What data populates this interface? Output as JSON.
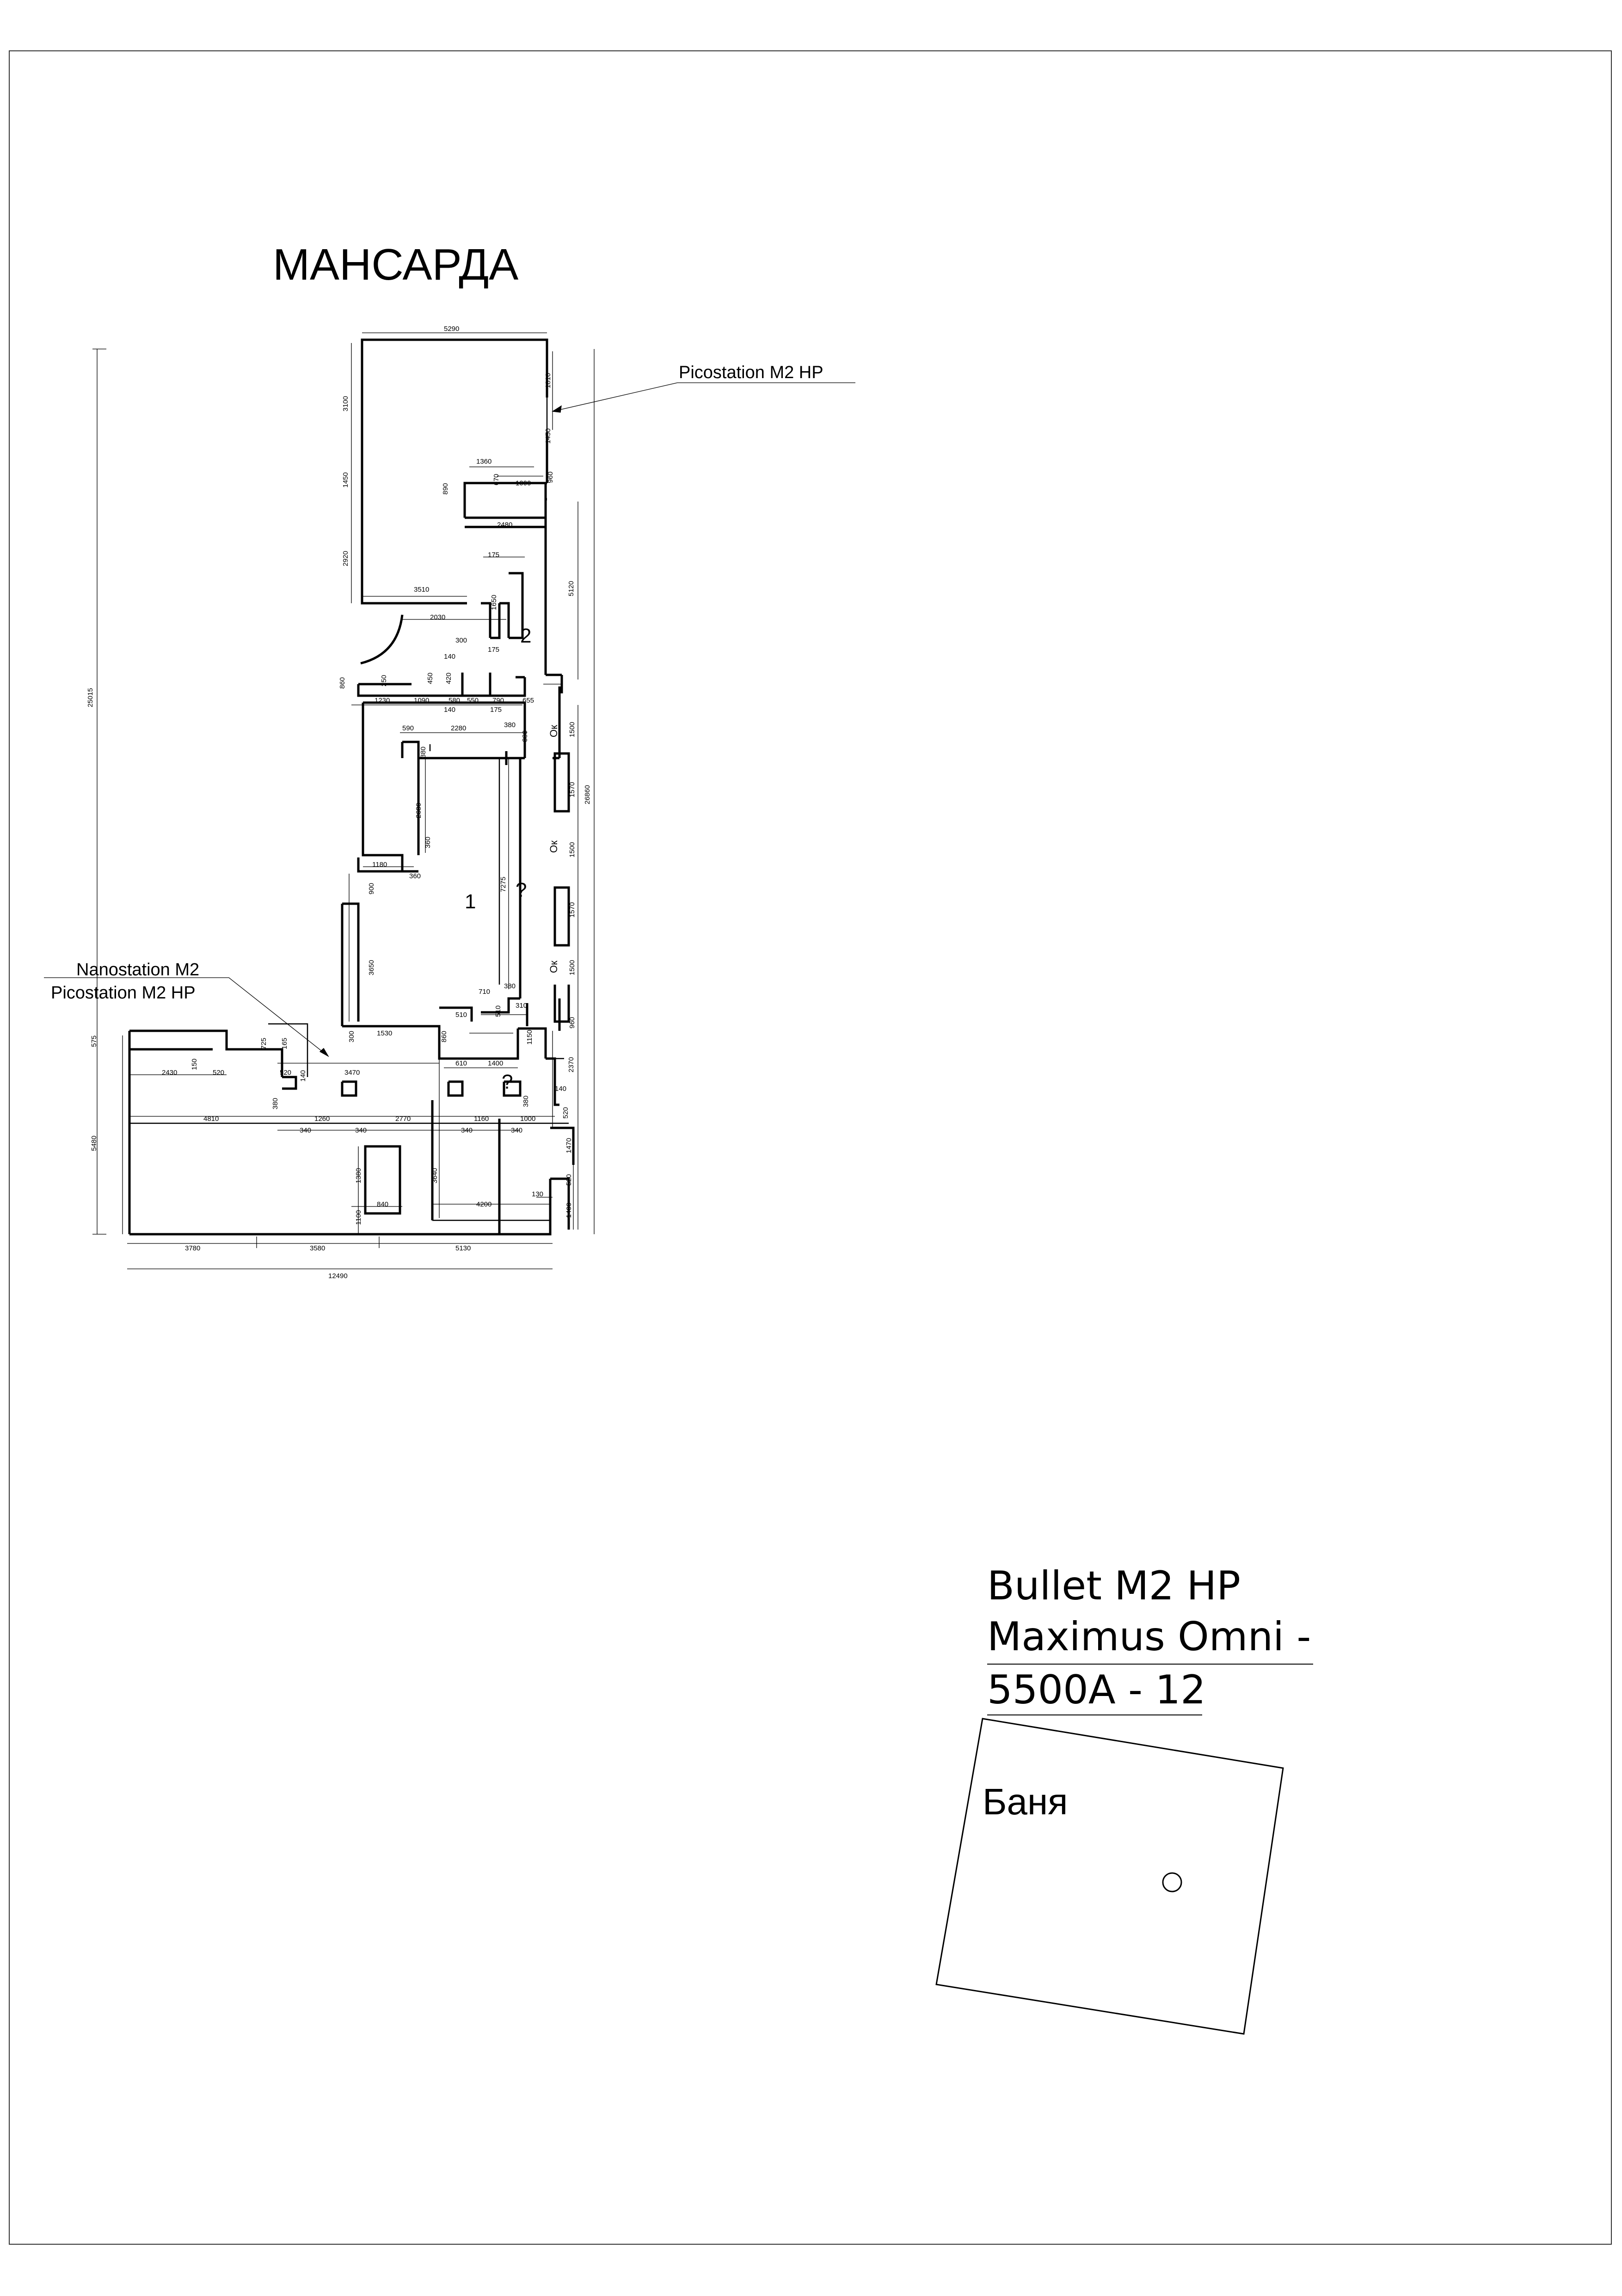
{
  "title": "МАНСАРДА",
  "labels": {
    "picostation_top": "Picostation M2 HP",
    "nanostation": "Nanostation M2",
    "picostation_left": "Picostation M2 HP",
    "room_1": "1",
    "room_2": "2",
    "q1": "?",
    "q2": "?",
    "ok1": "Ок",
    "ok2": "Ок",
    "ok3": "Ок"
  },
  "dimensions": {
    "top_width": "5290",
    "overall_height": "25015",
    "right_height": "26860",
    "bottom_total": "12490",
    "b1": "3780",
    "b2": "3580",
    "b3": "5130",
    "d3100": "3100",
    "d1450a": "1450",
    "d2920": "2920",
    "d1810": "1810",
    "d1450b": "1450",
    "d1360": "1360",
    "d890": "890",
    "d670": "670",
    "d1000": "1000",
    "d960": "960",
    "d2480": "2480",
    "d175a": "175",
    "d3510": "3510",
    "d1650": "1650",
    "d5120": "5120",
    "d2030": "2030",
    "d300": "300",
    "d175b": "175",
    "d140a": "140",
    "d860": "860",
    "d250": "250",
    "d450": "450",
    "d420": "420",
    "d1230": "1230",
    "d1090": "1090",
    "d580": "580",
    "d550": "550",
    "d790": "790",
    "d655": "655",
    "d140b": "140",
    "d175c": "175",
    "d590": "590",
    "d2280": "2280",
    "d380a": "380",
    "d380b": "380",
    "d2630": "2630",
    "d7275": "7275",
    "d1180": "1180",
    "d360a": "360",
    "d900": "900",
    "d3650": "3650",
    "d1500a": "1500",
    "d1570a": "1570",
    "d1500b": "1500",
    "d1570b": "1570",
    "d1500c": "1500",
    "d710": "710",
    "d380c": "380",
    "d310": "310",
    "d510": "510",
    "d1150": "1150",
    "d860b": "860",
    "d610": "610",
    "d1400a": "1400",
    "d960b": "960",
    "d2370": "2370",
    "d575": "575",
    "d725": "725",
    "d165": "165",
    "d300b": "300",
    "d1530": "1530",
    "d2430": "2430",
    "d150": "150",
    "d520a": "520",
    "d520b": "520",
    "d3470": "3470",
    "d140c": "140",
    "d380d": "380",
    "d520c": "520",
    "d4810": "4810",
    "d1260": "1260",
    "d2770": "2770",
    "d1160": "1160",
    "d1000b": "1000",
    "d340a": "340",
    "d340b": "340",
    "d340c": "340",
    "d340d": "340",
    "d5480": "5480",
    "d1380": "1380",
    "d840": "840",
    "d3640": "3640",
    "d4200": "4200",
    "d1100": "1100",
    "d1470": "1470",
    "d520d": "520",
    "d130": "130",
    "d1400b": "1400"
  },
  "device_notes": {
    "line1": "Bullet M2 HP",
    "line2": "Maximus Omni -",
    "line3": "5500A - 12"
  },
  "bath": {
    "label": "Баня"
  }
}
